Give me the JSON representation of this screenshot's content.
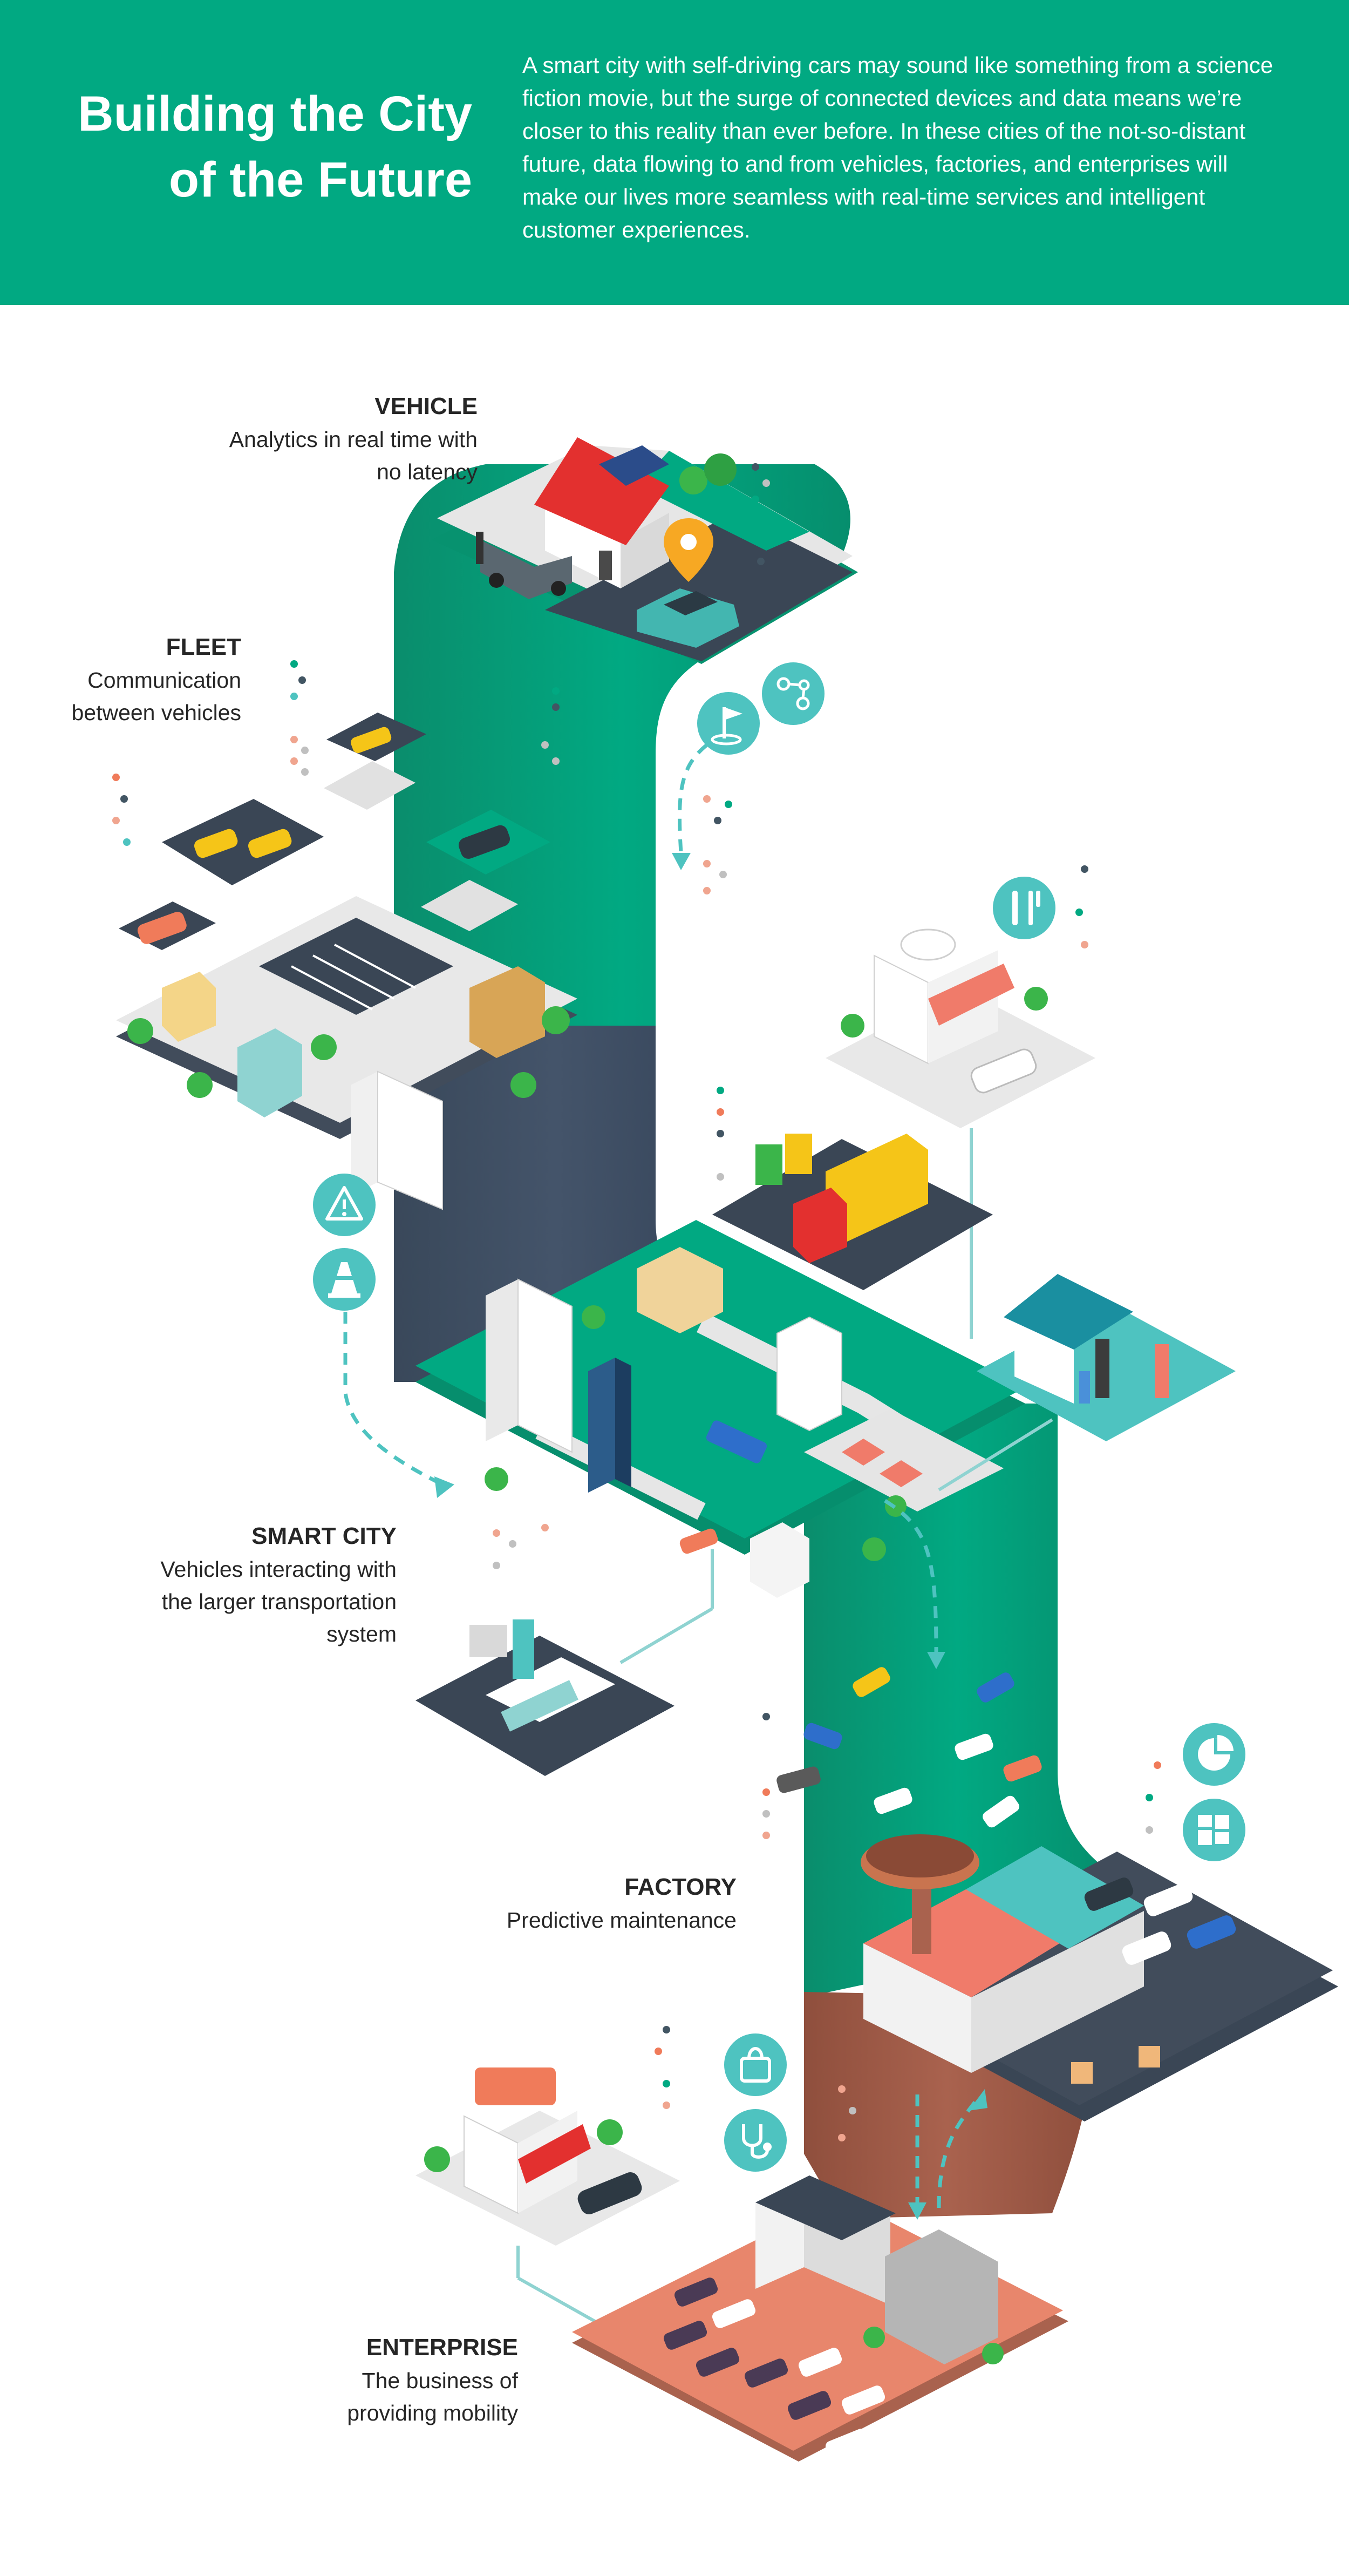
{
  "header": {
    "title_line1": "Building the City",
    "title_line2": "of the Future",
    "intro": "A smart city with self-driving cars may sound like something from a science fiction movie, but the surge of connected devices and data means we’re closer to this reality than ever before. In these cities of the not-so-distant future, data flowing to and from vehicles, factories, and enterprises will make our lives more seamless with real-time services and intelligent customer experiences."
  },
  "sections": {
    "vehicle": {
      "heading": "VEHICLE",
      "line1": "Analytics in real time with",
      "line2": "no latency"
    },
    "fleet": {
      "heading": "FLEET",
      "line1": "Communication",
      "line2": "between vehicles"
    },
    "smart_city": {
      "heading": "SMART CITY",
      "line1": "Vehicles interacting with",
      "line2": "the larger transportation",
      "line3": "system"
    },
    "factory": {
      "heading": "FACTORY",
      "line1": "Predictive maintenance"
    },
    "enterprise": {
      "heading": "ENTERPRISE",
      "line1": "The business of",
      "line2": "providing mobility"
    }
  },
  "icons": [
    "route-flag-icon",
    "route-nodes-icon",
    "restaurant-icon",
    "warning-icon",
    "traffic-cone-icon",
    "pie-chart-icon",
    "dashboard-tiles-icon",
    "shopping-bag-icon",
    "stethoscope-icon",
    "location-pin-icon"
  ],
  "colors": {
    "brand_green": "#01a982",
    "dark_road": "#425563",
    "terracotta": "#a9624e",
    "teal_icon": "#4ec3c0",
    "text": "#262626"
  }
}
